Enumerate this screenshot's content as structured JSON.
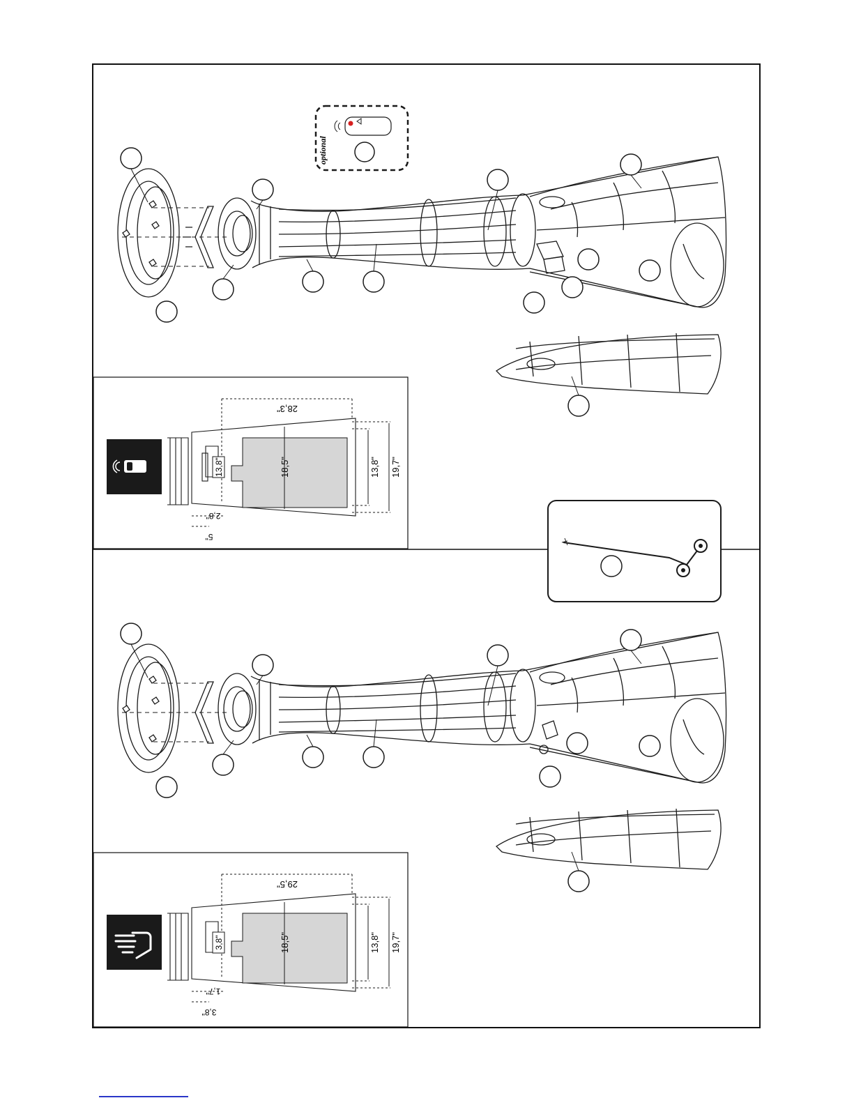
{
  "optional_label": "optional",
  "remote_variant": {
    "dimensions": {
      "total_length": "28,3\"",
      "height": "18,5\"",
      "inner_width": "13,8\"",
      "outer_width": "19,7\"",
      "offset_a": "2,8\"",
      "offset_b": "5\"",
      "connector_width": "13,8\""
    },
    "icon": "remote-control-icon"
  },
  "manual_variant": {
    "dimensions": {
      "total_length": "29,5\"",
      "height": "18,5\"",
      "inner_width": "13,8\"",
      "outer_width": "19,7\"",
      "offset_a": "1,7\"",
      "offset_b": "3,8\"",
      "connector_width": "3,8\""
    },
    "icon": "hand-lever-icon"
  },
  "colors": {
    "line": "#1a1a1a",
    "panel_fill": "#d6d6d6",
    "icon_bg": "#1a1a1a",
    "remote_led": "#d62020",
    "link": "#2a36c8"
  }
}
